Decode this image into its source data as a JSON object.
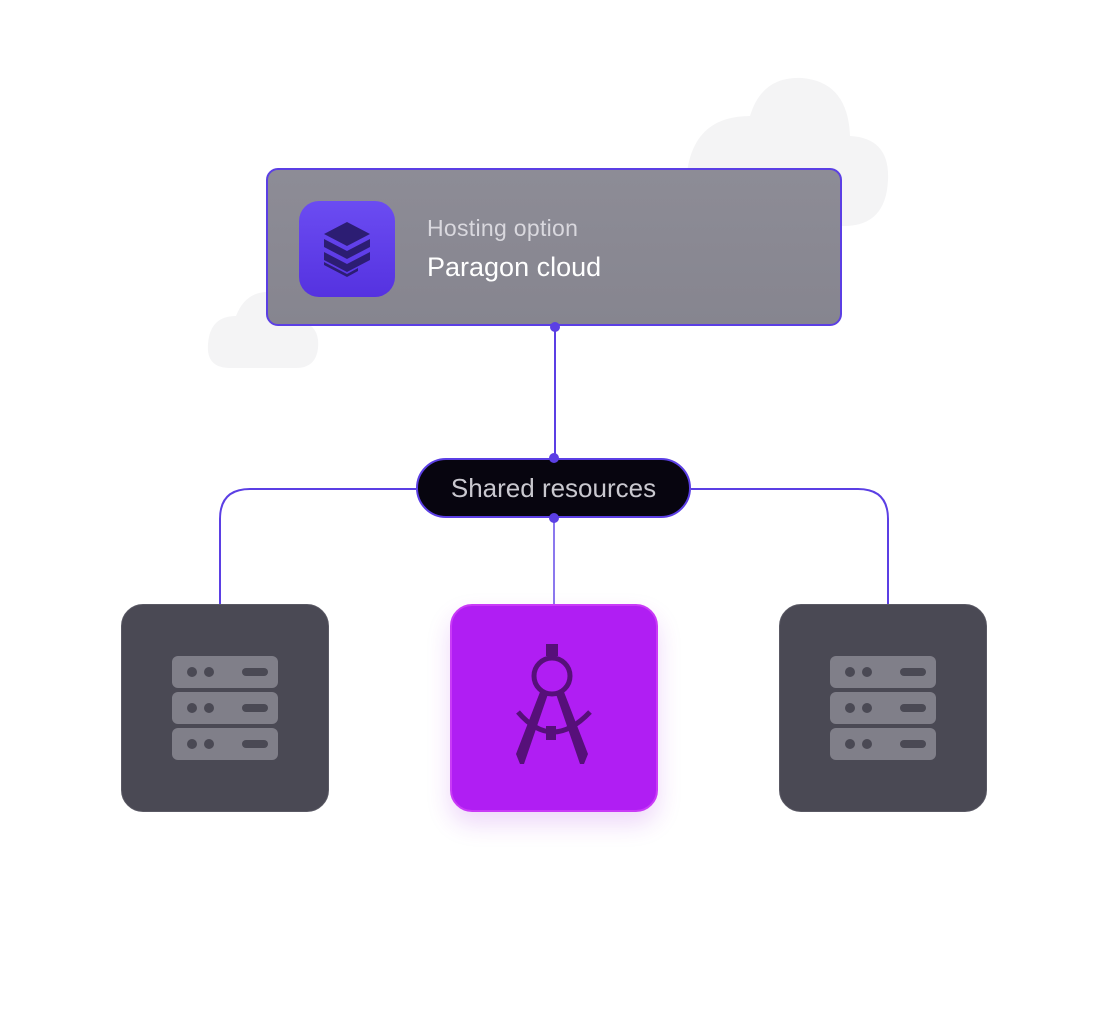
{
  "diagram": {
    "title": "Hosting architecture diagram",
    "colors": {
      "accent": "#5b3fe4",
      "hosting_card_bg": "#8a8993",
      "pill_bg": "#07050f",
      "server_node_bg": "#4a4954",
      "design_node_bg": "#b01ef3",
      "cloud": "#f4f4f5"
    },
    "hosting": {
      "label": "Hosting option",
      "value": "Paragon cloud",
      "icon": "layers-stack-icon"
    },
    "hub": {
      "label": "Shared resources"
    },
    "nodes": [
      {
        "id": "left-server",
        "icon": "server-rack-icon",
        "caption": ""
      },
      {
        "id": "design-tool",
        "icon": "drafting-compass-icon",
        "caption": ""
      },
      {
        "id": "right-server",
        "icon": "server-rack-icon",
        "caption": ""
      }
    ],
    "edges": [
      {
        "from": "hosting",
        "to": "hub"
      },
      {
        "from": "hub",
        "to": "left-server"
      },
      {
        "from": "hub",
        "to": "design-tool"
      },
      {
        "from": "hub",
        "to": "right-server"
      }
    ]
  }
}
